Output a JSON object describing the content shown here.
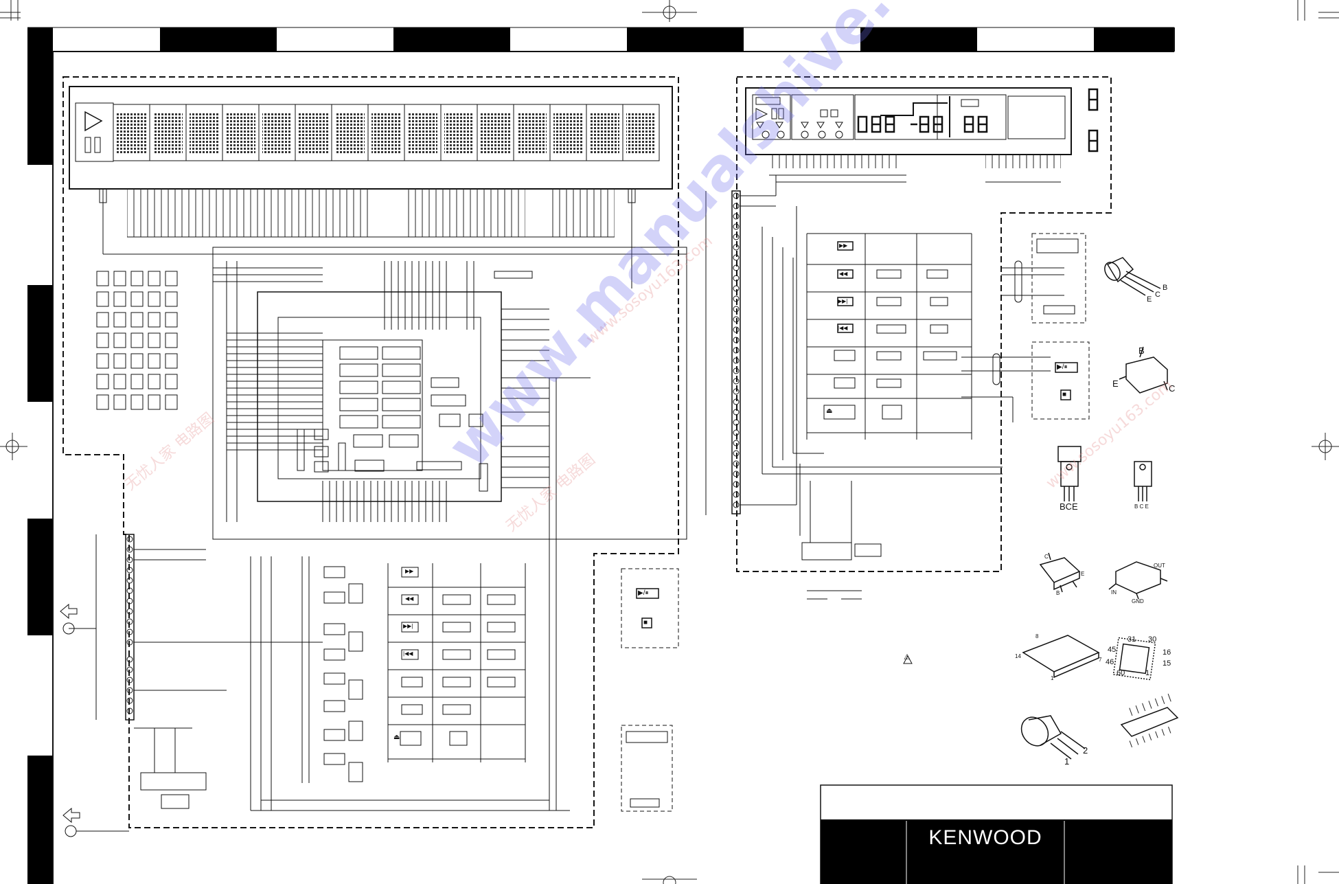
{
  "brand": {
    "logo": "KENWOOD"
  },
  "watermark": {
    "text": "www.manualshive.com"
  },
  "stamps": [
    "无忧人家 电路图",
    "www.sosoyu163.com"
  ],
  "components": {
    "transistor_b_c_e_top": [
      "B",
      "C",
      "E"
    ],
    "transistor_e_b_c_smd": [
      "E",
      "B",
      "C"
    ],
    "to220_label_left": "BCE",
    "to220_label_right": "B C E",
    "regulator_pins": [
      "OUT",
      "IN",
      "GND"
    ],
    "sot_pins": [
      "C",
      "E",
      "B"
    ],
    "soic_pins": [
      "8",
      "14",
      "7",
      "1"
    ],
    "qfp_pins": [
      "31",
      "30",
      "45",
      "16",
      "46",
      "15",
      "60",
      "1"
    ],
    "to92_pins": [
      "1",
      "2"
    ]
  },
  "buttons": {
    "play_pause": "▶/⏸",
    "stop": "■",
    "fast_forward": "▶▶",
    "rewind": "◀◀",
    "next": "▶▶|",
    "prev": "|◀◀",
    "eject": "⏏"
  },
  "symbols": {
    "warning": "⚠"
  },
  "colors": {
    "ink": "#111111",
    "paper": "#ffffff",
    "watermark": "#6e6eeb"
  }
}
